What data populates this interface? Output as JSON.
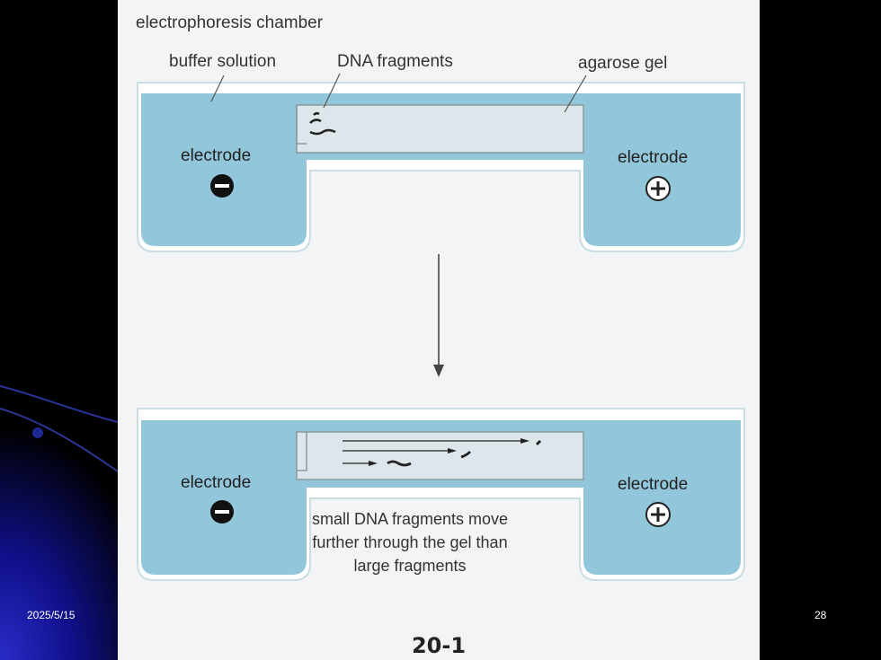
{
  "labels": {
    "chamber": "electrophoresis chamber",
    "buffer": "buffer solution",
    "dna": "DNA fragments",
    "gel": "agarose gel",
    "electrode_left_top": "electrode",
    "electrode_right_top": "electrode",
    "electrode_left_bottom": "electrode",
    "electrode_right_bottom": "electrode"
  },
  "caption": "small DNA fragments move further through the gel than large fragments",
  "figure_number": "20-1",
  "footer": {
    "date": "2025/5/15",
    "page": "28"
  },
  "colors": {
    "buffer": "#92c6da",
    "gel": "#dde6ea",
    "background": "#f2f4f5"
  },
  "icons": [
    "minus-electrode-icon",
    "plus-electrode-icon",
    "down-arrow-icon"
  ]
}
